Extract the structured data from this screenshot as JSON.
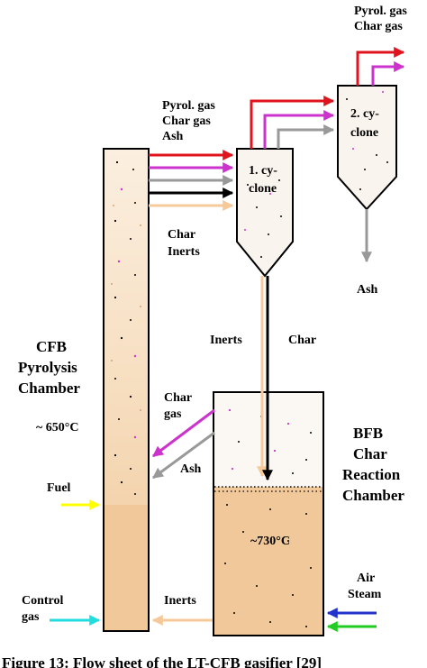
{
  "labels": {
    "pyrol_gas_top": "Pyrol. gas",
    "char_gas_top": "Char gas",
    "pyrol_gas_mid": "Pyrol. gas",
    "char_gas_mid": "Char gas",
    "ash_mid": "Ash",
    "cyclone2_line1": "2. cy-",
    "cyclone2_line2": "clone",
    "cyclone1_line1": "1. cy-",
    "cyclone1_line2": "clone",
    "char_out": "Char",
    "inerts_out": "Inerts",
    "ash_bottom": "Ash",
    "inerts_down": "Inerts",
    "char_down": "Char",
    "cfb_line1": "CFB",
    "cfb_line2": "Pyrolysis",
    "cfb_line3": "Chamber",
    "cfb_temp": "~ 650°C",
    "char_in": "Char",
    "gas_in": "gas",
    "ash_in": "Ash",
    "fuel": "Fuel",
    "bfb_line1": "BFB",
    "bfb_line2": "Char",
    "bfb_line3": "Reaction",
    "bfb_line4": "Chamber",
    "bfb_temp": "~730°C",
    "air": "Air",
    "steam": "Steam",
    "control": "Control",
    "control_gas": "gas",
    "inerts_return": "Inerts"
  },
  "caption": "Figure 13: Flow sheet of the LT-CFB gasifier [29]",
  "colors": {
    "pyrolysis_gas": "#e0141e",
    "char_gas": "#cc33cc",
    "ash": "#999999",
    "char": "#000000",
    "inerts": "#f5c99a",
    "sand_bed": "#f0c89a",
    "fuel": "#ffff00",
    "control_gas": "#22dddd",
    "air": "#2233cc",
    "steam": "#22cc22"
  }
}
